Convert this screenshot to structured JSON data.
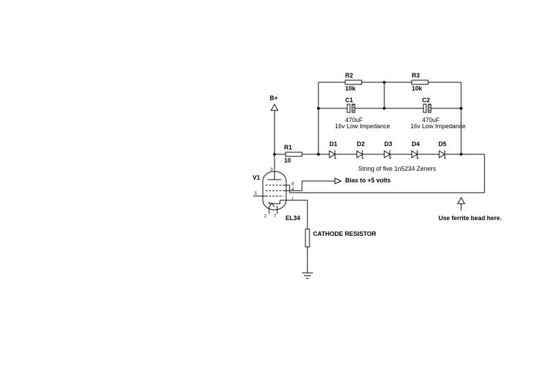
{
  "schematic": {
    "b_plus_label": "B+",
    "resistors": {
      "r1": {
        "ref": "R1",
        "value": "10"
      },
      "r2": {
        "ref": "R2",
        "value": "10k"
      },
      "r3": {
        "ref": "R3",
        "value": "10k"
      }
    },
    "capacitors": {
      "c1": {
        "ref": "C1",
        "value": "470uF",
        "note": "16v Low Impedance"
      },
      "c2": {
        "ref": "C2",
        "value": "470uF",
        "note": "16v Low Impedance"
      }
    },
    "zeners": [
      "D1",
      "D2",
      "D3",
      "D4",
      "D5"
    ],
    "zener_label": "String of five 1n5234 Zeners",
    "tube": {
      "ref": "V1",
      "type": "EL34",
      "pins": {
        "p3": "3",
        "p8": "8",
        "p4": "4",
        "p5": "5",
        "p1": "1",
        "p2": "2",
        "p7": "7"
      }
    },
    "bias_label": "Bias to +5 volts",
    "cathode_resistor_label": "CATHODE RESISTOR",
    "ferrite_note": "Use ferrite bead here."
  }
}
